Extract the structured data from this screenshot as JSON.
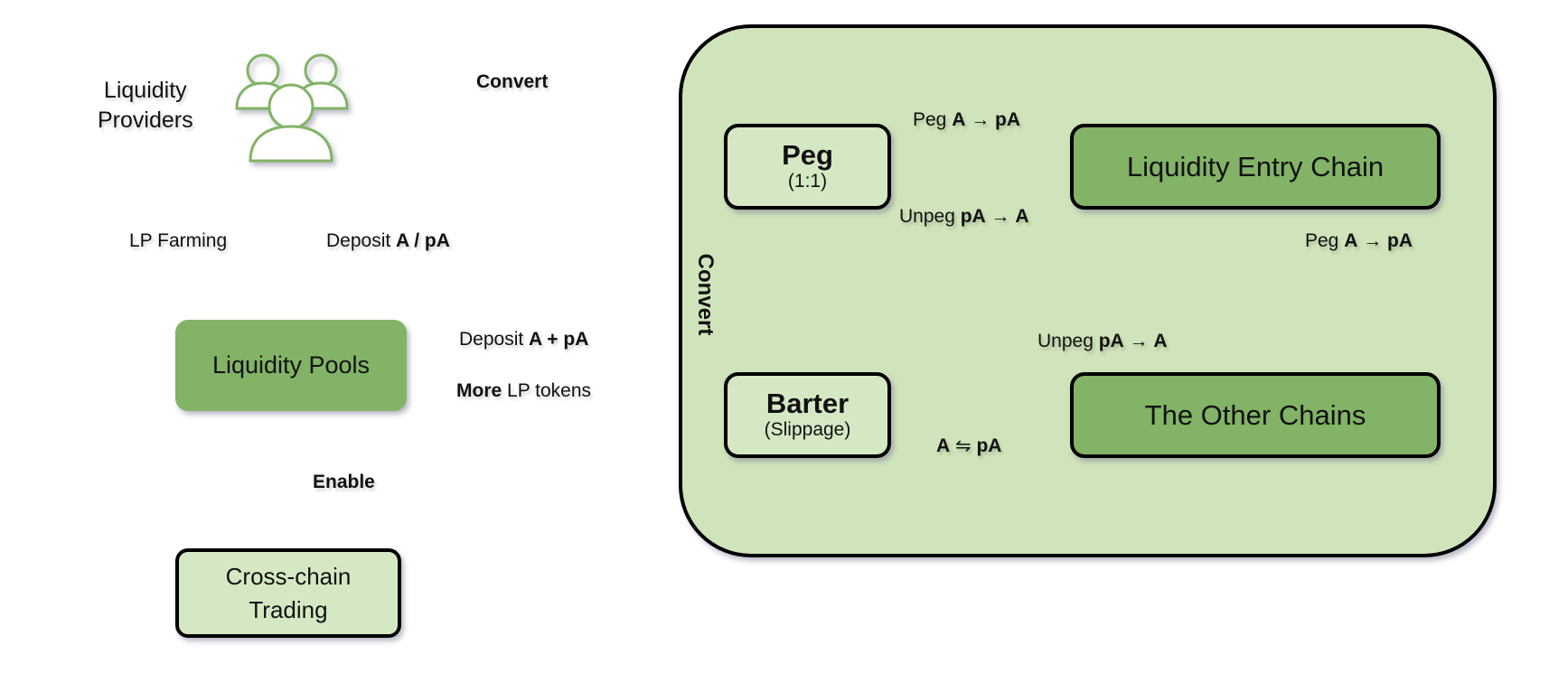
{
  "colors": {
    "container_fill": "#d0e4bb",
    "dark_node_fill": "#82b366",
    "light_node_fill": "#d5e8c4",
    "arrow_green": "#82b366",
    "outline": "#000000"
  },
  "actors": {
    "liquidity_providers": {
      "line1": "Liquidity",
      "line2": "Providers",
      "icon": "users-icon"
    }
  },
  "nodes": {
    "liquidity_pools": "Liquidity Pools",
    "cross_chain_trading": {
      "line1": "Cross-chain",
      "line2": "Trading"
    },
    "peg": {
      "title": "Peg",
      "subtitle": "(1:1)"
    },
    "barter": {
      "title": "Barter",
      "subtitle": "(Slippage)"
    },
    "liquidity_entry_chain": "Liquidity Entry Chain",
    "other_chains": "The Other Chains"
  },
  "edges": {
    "convert_top": "Convert",
    "convert_vertical": "Convert",
    "lp_farming": "LP Farming",
    "deposit_a_pa": {
      "prefix": "Deposit ",
      "bold": "A / pA"
    },
    "deposit_a_plus_pa": {
      "prefix": "Deposit ",
      "bold": "A + pA"
    },
    "more_lp_tokens": {
      "bold": "More",
      "suffix": " LP tokens"
    },
    "enable": "Enable",
    "peg_top": {
      "prefix": "Peg ",
      "bold1": "A",
      "arrow": " → ",
      "bold2": "pA"
    },
    "unpeg_top": {
      "prefix": "Unpeg ",
      "bold1": "pA",
      "arrow": " → ",
      "bold2": "A"
    },
    "peg_right": {
      "prefix": "Peg ",
      "bold1": "A",
      "arrow": " → ",
      "bold2": "pA"
    },
    "unpeg_left": {
      "prefix": "Unpeg ",
      "bold1": "pA",
      "arrow": " → ",
      "bold2": "A"
    },
    "barter_swap": {
      "bold1": "A",
      "arrow": " ⇋ ",
      "bold2": "pA"
    }
  }
}
